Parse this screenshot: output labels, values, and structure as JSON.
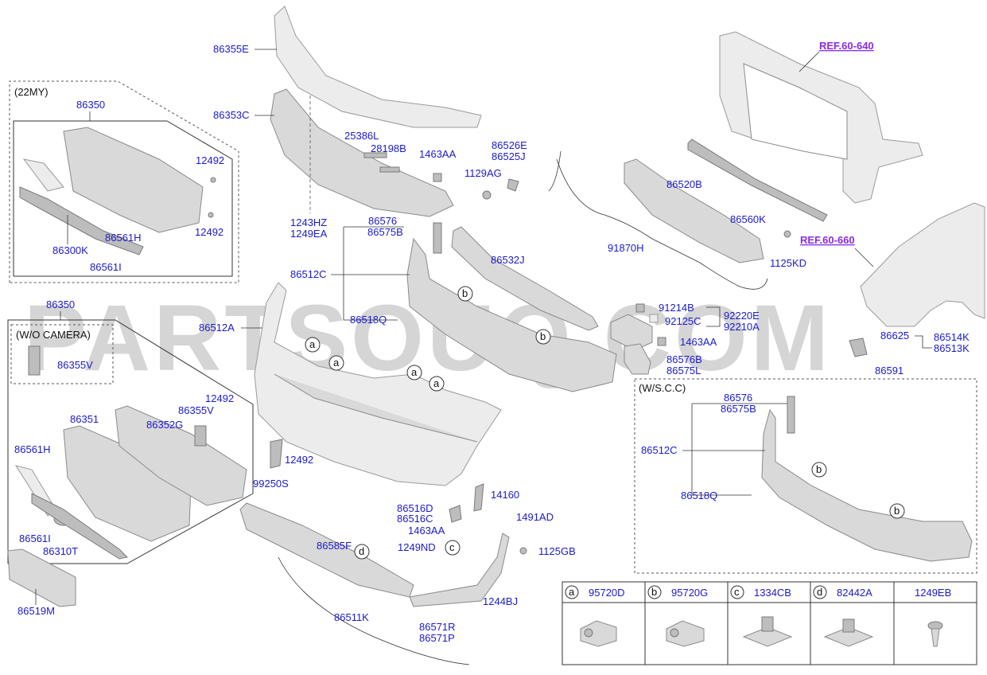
{
  "watermark": "PARTSOUQ.COM",
  "refs": {
    "ref1": "REF.60-640",
    "ref2": "REF.60-660"
  },
  "sections": {
    "my22": "(22MY)",
    "wo_camera": "(W/O CAMERA)",
    "wscc": "(W/S.C.C)"
  },
  "labels": {
    "p86355E": "86355E",
    "p86353C": "86353C",
    "p25386L": "25386L",
    "p28198B": "28198B",
    "p1463AA_top": "1463AA",
    "p86526E": "86526E",
    "p86525J": "86525J",
    "p1129AG": "1129AG",
    "p1243HZ": "1243HZ",
    "p1249EA": "1249EA",
    "p86350_22": "86350",
    "p12492_a": "12492",
    "p12492_b": "12492",
    "p86561H_22": "86561H",
    "p86300K": "86300K",
    "p86561I_22": "86561I",
    "p86576": "86576",
    "p86575B": "86575B",
    "p86512C": "86512C",
    "p86532J": "86532J",
    "p86518Q": "86518Q",
    "p86512A": "86512A",
    "p91870H": "91870H",
    "p86520B": "86520B",
    "p86560K": "86560K",
    "p1125KD": "1125KD",
    "p91214B": "91214B",
    "p92125C": "92125C",
    "p92220E": "92220E",
    "p92210A": "92210A",
    "p1463AA_mid": "1463AA",
    "p86576B": "86576B",
    "p86575L": "86575L",
    "p86625": "86625",
    "p86514K": "86514K",
    "p86513K": "86513K",
    "p86591": "86591",
    "p86350_wo": "86350",
    "p86355V_a": "86355V",
    "p86351": "86351",
    "p86352G": "86352G",
    "p86355V_b": "86355V",
    "p12492_c": "12492",
    "p86561H_wo": "86561H",
    "p86561I_wo": "86561I",
    "p86310T": "86310T",
    "p12492_d": "12492",
    "p99250S": "99250S",
    "p86519M": "86519M",
    "p14160": "14160",
    "p86516D": "86516D",
    "p86516C": "86516C",
    "p1491AD": "1491AD",
    "p1463AA_low": "1463AA",
    "p1125GB": "1125GB",
    "p86585F": "86585F",
    "p1249ND": "1249ND",
    "p1244BJ": "1244BJ",
    "p86511K": "86511K",
    "p86571R": "86571R",
    "p86571P": "86571P",
    "p86576_scc": "86576",
    "p86575B_scc": "86575B",
    "p86512C_scc": "86512C",
    "p86518Q_scc": "86518Q"
  },
  "callouts": {
    "a": "a",
    "b": "b",
    "c": "c",
    "d": "d"
  },
  "fastener_table": {
    "headers": [
      {
        "letter": "a",
        "part": "95720D"
      },
      {
        "letter": "b",
        "part": "95720G"
      },
      {
        "letter": "c",
        "part": "1334CB"
      },
      {
        "letter": "d",
        "part": "82442A"
      },
      {
        "letter": "",
        "part": "1249EB"
      }
    ]
  },
  "colors": {
    "label": "#1a1acc",
    "ref": "#8a2be2",
    "part_fill": "#d9d9d9"
  }
}
